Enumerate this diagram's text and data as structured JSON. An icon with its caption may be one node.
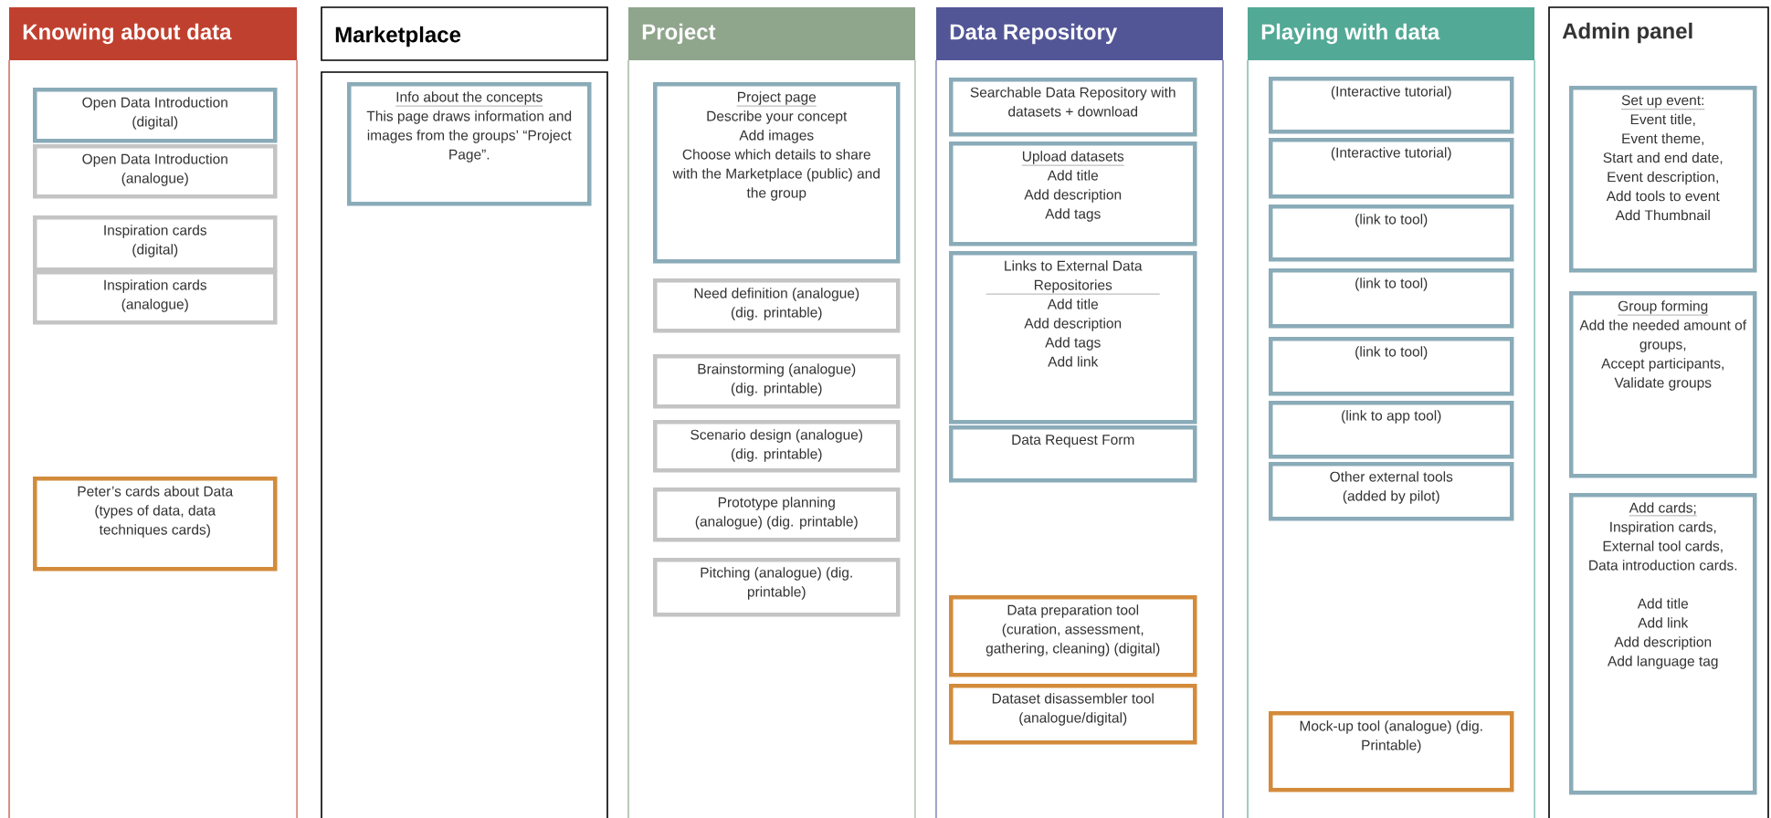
{
  "diagram": {
    "nodes": [
      {
        "text": [
          "Knowing about data"
        ]
      },
      {
        "text": [
          "Marketplace"
        ]
      },
      {
        "text": [
          "Project"
        ]
      },
      {
        "text": [
          "Data Repository"
        ]
      },
      {
        "text": [
          "Playing with data"
        ]
      },
      {
        "text": [
          "Admin panel"
        ]
      },
      {
        "text": [
          "Open Data Introduction (digital)"
        ],
        "in": 0
      },
      {
        "text": [
          "Open Data Introduction (analogue)"
        ],
        "in": 0
      },
      {
        "text": [
          "Inspiration cards (digital)"
        ],
        "in": 0
      },
      {
        "text": [
          "Inspiration cards (analogue)"
        ],
        "in": 0
      },
      {
        "text": [
          "Peter’s cards about Data (types of data, data techniques cards)"
        ],
        "in": 0
      },
      {
        "text": [
          "Info about the concepts",
          "This page draws information and images from the groups’ “Project Page”."
        ],
        "in": 1
      },
      {
        "text": [
          "Project page",
          "Describe your concept",
          "Add images",
          "Choose which details to share with the Marketplace (public) and the group"
        ],
        "in": 2
      },
      {
        "text": [
          "Need definition (analogue) (dig. printable)"
        ],
        "in": 2
      },
      {
        "text": [
          "Brainstorming (analogue) (dig. printable)"
        ],
        "in": 2
      },
      {
        "text": [
          "Scenario design (analogue) (dig. printable)"
        ],
        "in": 2
      },
      {
        "text": [
          "Prototype planning (analogue) (dig. printable)"
        ],
        "in": 2
      },
      {
        "text": [
          "Pitching (analogue) (dig. printable)"
        ],
        "in": 2
      },
      {
        "text": [
          "Searchable Data Repository with datasets + download"
        ],
        "in": 3
      },
      {
        "text": [
          "Upload datasets",
          "Add title",
          "Add description",
          "Add tags"
        ],
        "in": 3
      },
      {
        "text": [
          "Links to External Data Repositories",
          "Add title",
          "Add description",
          "Add tags",
          "Add link"
        ],
        "in": 3
      },
      {
        "text": [
          "Data Request Form"
        ],
        "in": 3
      },
      {
        "text": [
          "Data preparation tool (curation, assessment, gathering, cleaning) (digital)"
        ],
        "in": 3
      },
      {
        "text": [
          "Dataset disassembler tool (analogue/digital)"
        ],
        "in": 3
      },
      {
        "text": [
          "(Interactive tutorial)"
        ],
        "in": 4
      },
      {
        "text": [
          "(Interactive tutorial)"
        ],
        "in": 4
      },
      {
        "text": [
          "(link to tool)"
        ],
        "in": 4
      },
      {
        "text": [
          "(link to tool)"
        ],
        "in": 4
      },
      {
        "text": [
          "(link to tool)"
        ],
        "in": 4
      },
      {
        "text": [
          "(link to app tool)"
        ],
        "in": 4
      },
      {
        "text": [
          "Other external tools (added by pilot)"
        ],
        "in": 4
      },
      {
        "text": [
          "Mock-up tool (analogue) (dig. Printable)"
        ],
        "in": 4
      },
      {
        "text": [
          "Set up event:",
          "Event title,",
          "Event theme,",
          "Start and end date,",
          "Event description,",
          "Add tools to event",
          "Add Thumbnail"
        ],
        "in": 5
      },
      {
        "text": [
          "Group forming",
          "Add the needed amount of groups,",
          "Accept participants,",
          "Validate groups"
        ],
        "in": 5
      },
      {
        "text": [
          "Add cards;",
          "Inspiration cards,",
          "External tool cards,",
          "Data introduction cards.",
          "Add title",
          "Add link",
          "Add description",
          "Add language tag"
        ],
        "in": 5
      }
    ]
  }
}
